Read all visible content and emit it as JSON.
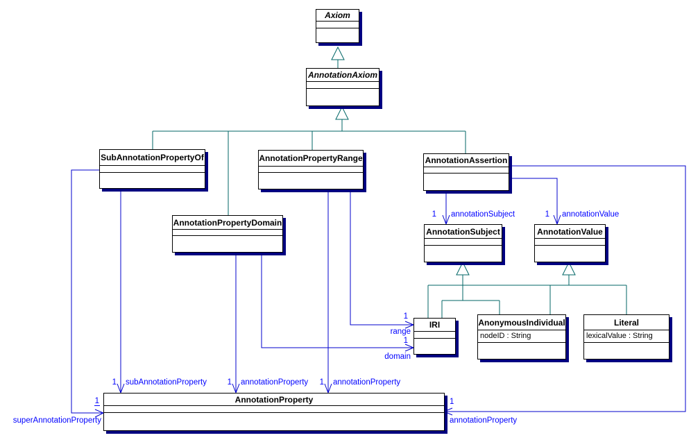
{
  "classes": {
    "axiom": {
      "name": "Axiom",
      "abstract": true
    },
    "annotation_axiom": {
      "name": "AnnotationAxiom",
      "abstract": true
    },
    "sub_annotation_property_of": {
      "name": "SubAnnotationPropertyOf",
      "abstract": false
    },
    "annotation_property_range": {
      "name": "AnnotationPropertyRange",
      "abstract": false
    },
    "annotation_assertion": {
      "name": "AnnotationAssertion",
      "abstract": false
    },
    "annotation_property_domain": {
      "name": "AnnotationPropertyDomain",
      "abstract": false
    },
    "annotation_subject": {
      "name": "AnnotationSubject",
      "abstract": false
    },
    "annotation_value": {
      "name": "AnnotationValue",
      "abstract": false
    },
    "iri": {
      "name": "IRI",
      "abstract": false
    },
    "anonymous_individual": {
      "name": "AnonymousIndividual",
      "abstract": false,
      "attributes": "nodeID : String"
    },
    "literal": {
      "name": "Literal",
      "abstract": false,
      "attributes": "lexicalValue : String"
    },
    "annotation_property": {
      "name": "AnnotationProperty",
      "abstract": false
    }
  },
  "associations": {
    "super_annotation_property": {
      "mult": "1",
      "label": "superAnnotationProperty"
    },
    "sub_annotation_property": {
      "mult": "1",
      "label": "subAnnotationProperty"
    },
    "domain_annotation_property": {
      "mult": "1",
      "label": "annotationProperty"
    },
    "range_annotation_property": {
      "mult": "1",
      "label": "annotationProperty"
    },
    "range": {
      "mult": "1",
      "label": "range"
    },
    "domain": {
      "mult": "1",
      "label": "domain"
    },
    "annotation_subject": {
      "mult": "1",
      "label": "annotationSubject"
    },
    "annotation_value": {
      "mult": "1",
      "label": "annotationValue"
    },
    "assertion_annotation_property": {
      "mult": "1",
      "label": "annotationProperty"
    }
  },
  "colors": {
    "association_line": "#0000cc",
    "association_label": "#0000ff",
    "generalization_line": "#006666",
    "box_border": "#000000",
    "box_shadow": "#000080",
    "background": "#ffffff"
  }
}
